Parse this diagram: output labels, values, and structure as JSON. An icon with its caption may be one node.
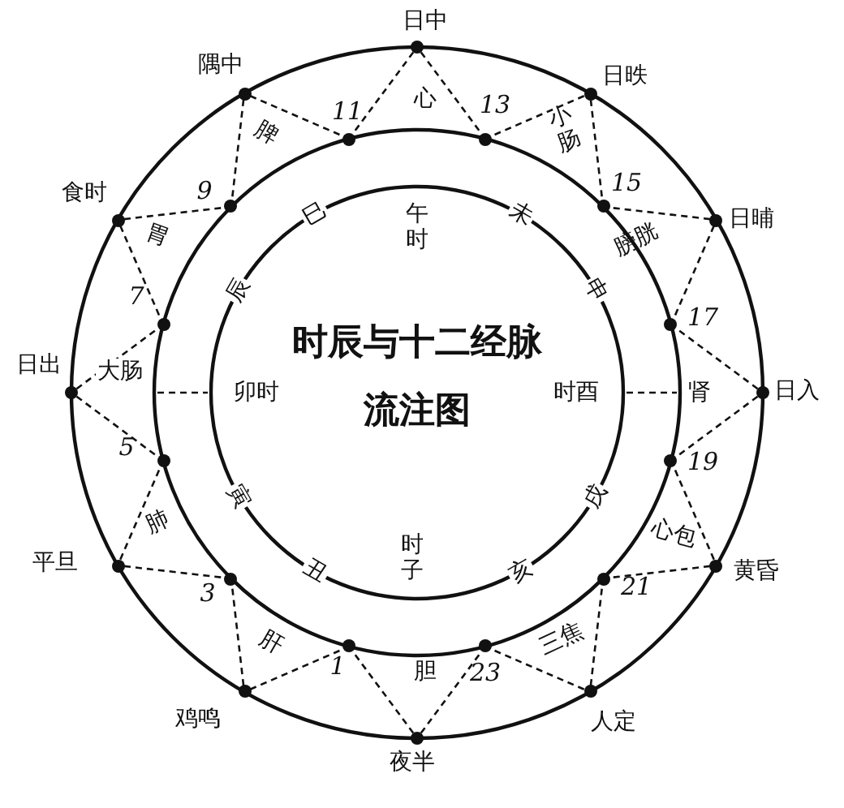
{
  "diagram": {
    "title": "时辰与十二经脉流注图",
    "nodes": [
      {
        "text": [],
        "shape": "circle",
        "beside": [
          "日中"
        ]
      },
      {
        "text": [],
        "shape": "circle",
        "beside": [
          "日昳"
        ]
      },
      {
        "text": [],
        "shape": "circle",
        "beside": [
          "日晡"
        ]
      },
      {
        "text": [],
        "shape": "circle",
        "beside": [
          "日入"
        ]
      },
      {
        "text": [],
        "shape": "circle",
        "beside": [
          "黄昏"
        ]
      },
      {
        "text": [],
        "shape": "circle",
        "beside": [
          "人定"
        ]
      },
      {
        "text": [],
        "shape": "circle",
        "beside": [
          "夜半"
        ]
      },
      {
        "text": [],
        "shape": "circle",
        "beside": [
          "鸡鸣"
        ]
      },
      {
        "text": [],
        "shape": "circle",
        "beside": [
          "平旦"
        ]
      },
      {
        "text": [],
        "shape": "circle",
        "beside": [
          "日出"
        ]
      },
      {
        "text": [],
        "shape": "circle",
        "beside": [
          "食时"
        ]
      },
      {
        "text": [],
        "shape": "circle",
        "beside": [
          "隅中"
        ]
      },
      {
        "text": [],
        "shape": "circle",
        "beside": [
          "13"
        ]
      },
      {
        "text": [],
        "shape": "circle",
        "beside": [
          "15"
        ]
      },
      {
        "text": [],
        "shape": "circle",
        "beside": [
          "17"
        ]
      },
      {
        "text": [],
        "shape": "circle",
        "beside": [
          "19"
        ]
      },
      {
        "text": [],
        "shape": "circle",
        "beside": [
          "21"
        ]
      },
      {
        "text": [],
        "shape": "circle",
        "beside": [
          "23"
        ]
      },
      {
        "text": [],
        "shape": "circle",
        "beside": [
          "1"
        ]
      },
      {
        "text": [],
        "shape": "circle",
        "beside": [
          "3"
        ]
      },
      {
        "text": [],
        "shape": "circle",
        "beside": [
          "5"
        ]
      },
      {
        "text": [],
        "shape": "circle",
        "beside": [
          "7"
        ]
      },
      {
        "text": [],
        "shape": "circle",
        "beside": [
          "9"
        ]
      },
      {
        "text": [],
        "shape": "circle",
        "beside": [
          "11"
        ]
      }
    ],
    "edges": [
      {
        "from": 0,
        "to": 23,
        "arrow": "none",
        "style": "dashed"
      },
      {
        "from": 0,
        "to": 12,
        "arrow": "none",
        "style": "dashed"
      },
      {
        "from": 1,
        "to": 12,
        "arrow": "none",
        "style": "dashed"
      },
      {
        "from": 1,
        "to": 13,
        "arrow": "none",
        "style": "dashed"
      },
      {
        "from": 2,
        "to": 13,
        "arrow": "none",
        "style": "dashed"
      },
      {
        "from": 2,
        "to": 14,
        "arrow": "none",
        "style": "dashed"
      },
      {
        "from": 3,
        "to": 14,
        "arrow": "none",
        "style": "dashed"
      },
      {
        "from": 3,
        "to": 15,
        "arrow": "none",
        "style": "dashed"
      },
      {
        "from": 4,
        "to": 15,
        "arrow": "none",
        "style": "dashed"
      },
      {
        "from": 4,
        "to": 16,
        "arrow": "none",
        "style": "dashed"
      },
      {
        "from": 5,
        "to": 16,
        "arrow": "none",
        "style": "dashed"
      },
      {
        "from": 5,
        "to": 17,
        "arrow": "none",
        "style": "dashed"
      },
      {
        "from": 6,
        "to": 17,
        "arrow": "none",
        "style": "dashed"
      },
      {
        "from": 6,
        "to": 18,
        "arrow": "none",
        "style": "dashed"
      },
      {
        "from": 7,
        "to": 18,
        "arrow": "none",
        "style": "dashed"
      },
      {
        "from": 7,
        "to": 19,
        "arrow": "none",
        "style": "dashed"
      },
      {
        "from": 8,
        "to": 19,
        "arrow": "none",
        "style": "dashed"
      },
      {
        "from": 8,
        "to": 20,
        "arrow": "none",
        "style": "dashed"
      },
      {
        "from": 9,
        "to": 20,
        "arrow": "none",
        "style": "dashed"
      },
      {
        "from": 9,
        "to": 21,
        "arrow": "none",
        "style": "dashed"
      },
      {
        "from": 10,
        "to": 21,
        "arrow": "none",
        "style": "dashed"
      },
      {
        "from": 10,
        "to": 22,
        "arrow": "none",
        "style": "dashed"
      },
      {
        "from": 11,
        "to": 22,
        "arrow": "none",
        "style": "dashed"
      },
      {
        "from": 11,
        "to": 23,
        "arrow": "none",
        "style": "dashed"
      }
    ],
    "labels": [
      "心",
      "小肠",
      "膀胱",
      "肾",
      "心包",
      "三焦",
      "胆",
      "肝",
      "肺",
      "大肠",
      "胃",
      "脾",
      "午时",
      "未",
      "申",
      "时酉",
      "戌",
      "亥",
      "时子",
      "丑",
      "寅",
      "卯时",
      "辰",
      "巳"
    ]
  }
}
